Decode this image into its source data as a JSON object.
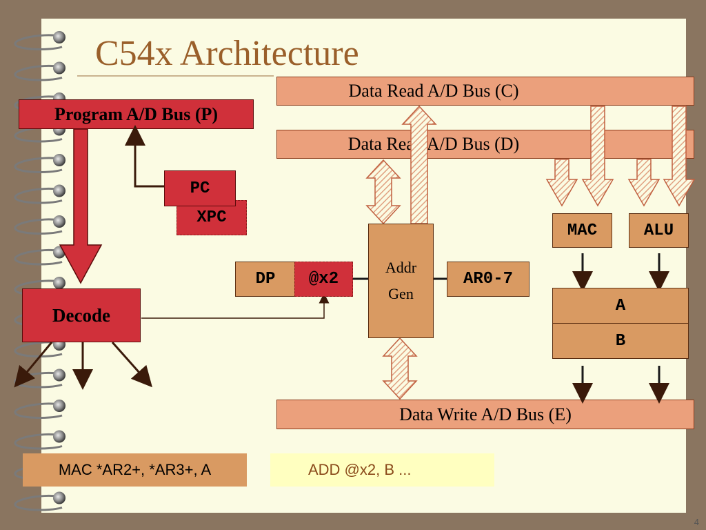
{
  "title": "C54x Architecture",
  "buses": {
    "c": "Data Read A/D Bus (C)",
    "d": "Data Read A/D Bus (D)",
    "p": "Program A/D Bus (P)",
    "e": "Data Write A/D Bus (E)"
  },
  "registers": {
    "pc": "PC",
    "xpc": "XPC",
    "dp": "DP",
    "x2": "@x2",
    "ar": "AR0-7",
    "mac": "MAC",
    "alu": "ALU",
    "acc_a": "A",
    "acc_b": "B"
  },
  "units": {
    "addr_gen_line1": "Addr",
    "addr_gen_line2": "Gen",
    "decode": "Decode"
  },
  "instructions": {
    "mac": "MAC  *AR2+, *AR3+, A",
    "add": "ADD  @x2, B   ..."
  },
  "page_number": "4",
  "colors": {
    "background": "#8a7560",
    "page": "#fbfbe3",
    "title": "#9a5f2a",
    "bus_fill": "#eba07c",
    "red_fill": "#d0303a",
    "tan_fill": "#d99a62",
    "yellow_fill": "#ffffc0"
  }
}
